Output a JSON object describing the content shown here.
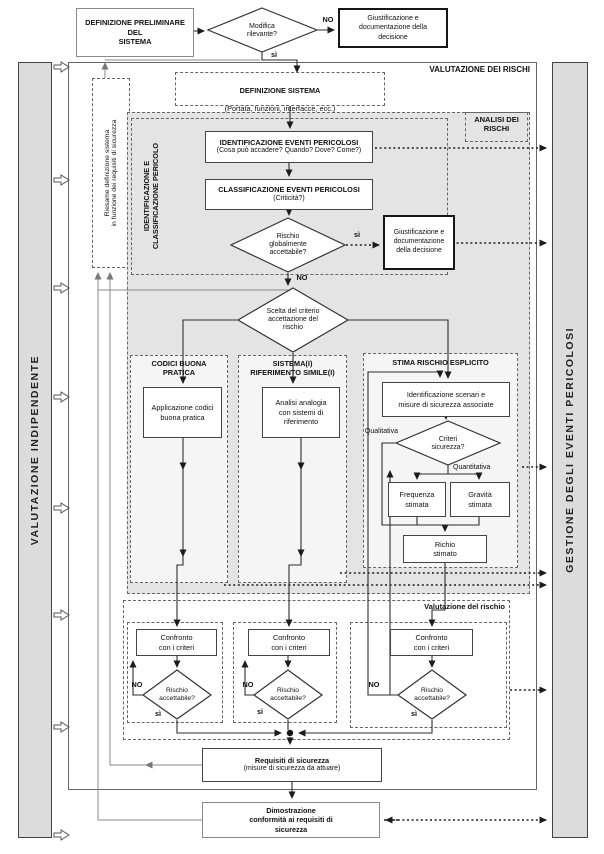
{
  "top_row": {
    "preliminare": "DEFINIZIONE PRELIMINARE DEL\nSISTEMA",
    "modifica": "Modifica\nrilevante?",
    "no": "NO",
    "si": "sì",
    "giustificazione": "Giustificazione e\ndocumentazione della\ndecisione"
  },
  "frame": {
    "valutazione_rischi": "VALUTAZIONE DEI RISCHI",
    "analisi": "ANALISI DEI\nRISCHI",
    "ident_class_label": "IDENTIFICAZIONE E\nCLASSIFICAZIONE PERICOLO",
    "riesame": "Riesame definizione sistema\nin funzione dei requisiti di sicurezza",
    "valutazione_rischio": "Valutazione del rischio"
  },
  "bars": {
    "left": "VALUTAZIONE INDIPENDENTE",
    "right": "GESTIONE DEGLI EVENTI PERICOLOSI"
  },
  "definizione": {
    "title": "DEFINIZIONE SISTEMA",
    "subtitle": "(Portata, funzioni, interfacce, ecc.)"
  },
  "identificazione": {
    "title": "IDENTIFICAZIONE EVENTI PERICOLOSI",
    "subtitle": "(Cosa può accadere? Quando? Dove? Come?)"
  },
  "classificazione": {
    "title": "CLASSIFICAZIONE EVENTI PERICOLOSI",
    "subtitle": "(Criticità?)"
  },
  "rischio_glob": {
    "label": "Rischio\nglobalmente\naccettabile?",
    "si": "sì",
    "no": "NO"
  },
  "giustificazione2": "Giustificazione e\ndocumentazione\ndella decisione",
  "scelta": "Scelta del criterio\naccettazione del\nrischio",
  "col1": {
    "header": "CODICI BUONA\nPRATICA",
    "box": "Applicazione codici\nbuona pratica"
  },
  "col2": {
    "header": "SISTEMA(I)\nRIFERIMENTO SIMILE(I)",
    "box": "Analisi analogia\ncon sistemi di\nriferimento"
  },
  "col3": {
    "header": "STIMA RISCHIO ESPLICITO",
    "box": "Identificazione scenari e\nmisure di sicurezza associate",
    "criteri": "Criteri\nsicurezza?",
    "qualitativa": "Qualitativa",
    "quantitativa": "Quantitativa",
    "frequenza": "Frequenza\nstimata",
    "gravita": "Gravità\nstimata",
    "stimato": "Richio\nstimato"
  },
  "confronto": {
    "box": "Confronto\ncon i criteri",
    "diamond": "Rischio\naccettabile?",
    "si": "sì",
    "no": "NO"
  },
  "requisiti": {
    "title": "Requisiti di sicurezza",
    "subtitle": "(misure di sicurezza da attuare)"
  },
  "dimostrazione": "Dimostrazione\nconformità ai requisiti di\nsicurezza"
}
